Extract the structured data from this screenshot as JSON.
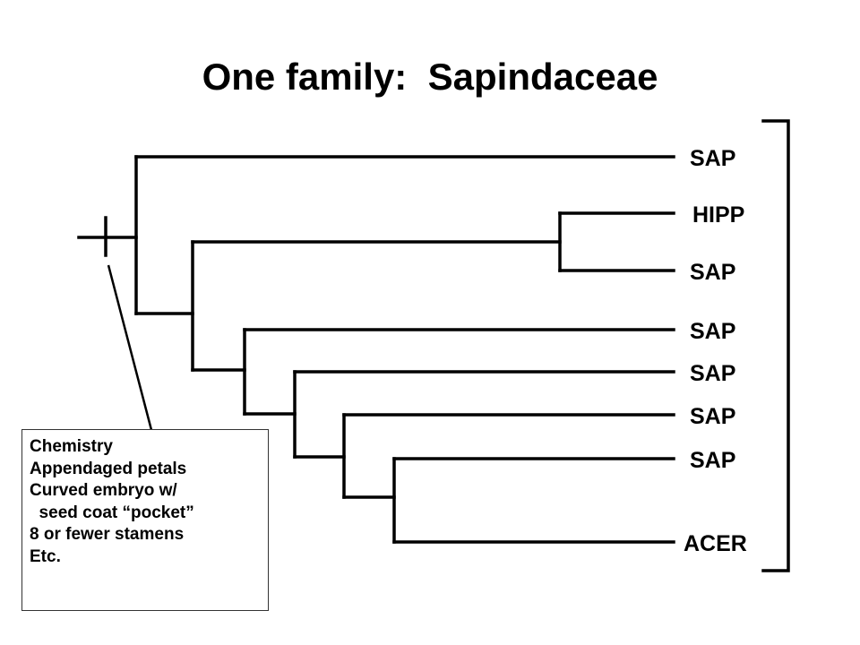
{
  "title": "One family:  Sapindaceae",
  "taxa": [
    "SAP",
    "HIPP",
    "SAP",
    "SAP",
    "SAP",
    "SAP",
    "SAP",
    "ACER"
  ],
  "synapomorphies": [
    "Chemistry",
    "Appendaged petals",
    "Curved embryo w/",
    "  seed coat “pocket”",
    "8 or fewer stamens",
    "Etc."
  ]
}
